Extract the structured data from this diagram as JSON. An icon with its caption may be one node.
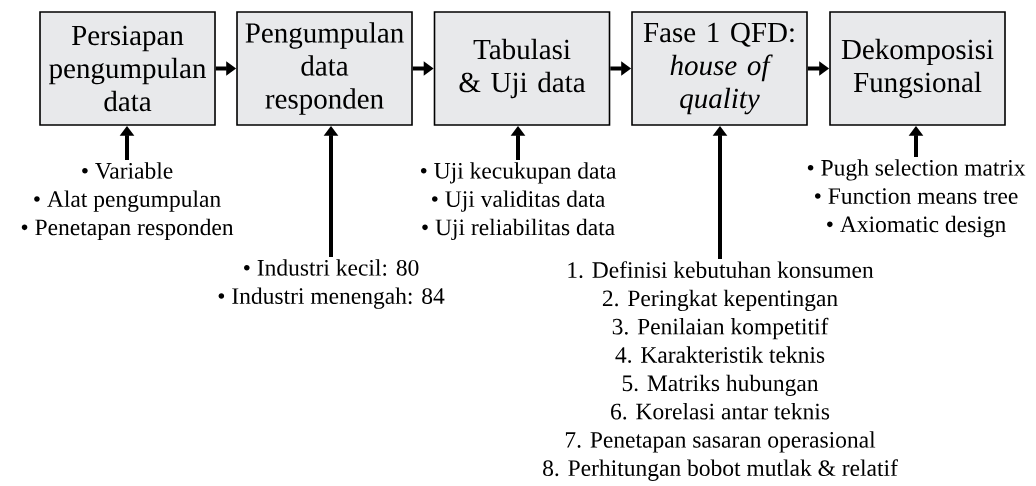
{
  "diagram": {
    "nodes": [
      {
        "text": [
          "Persiapan pengumpulan data"
        ]
      },
      {
        "text": [
          "Pengumpulan data responden"
        ]
      },
      {
        "text": [
          "Tabulasi & Uji data"
        ]
      },
      {
        "text": [
          "Fase 1 QFD: *house of quality*"
        ]
      },
      {
        "text": [
          "Dekomposisi Fungsional"
        ]
      },
      {
        "text": [
          "• Variable",
          "• Alat pengumpulan",
          "• Penetapan responden"
        ]
      },
      {
        "text": [
          "• Industri kecil: 80",
          "• Industri menengah: 84"
        ]
      },
      {
        "text": [
          "• Uji kecukupan data",
          "• Uji validitas data",
          "• Uji reliabilitas data"
        ]
      },
      {
        "text": [
          "1. Definisi kebutuhan konsumen",
          "2. Peringkat kepentingan",
          "3. Penilaian kompetitif",
          "4. Karakteristik teknis",
          "5. Matriks hubungan",
          "6. Korelasi antar teknis",
          "7. Penetapan sasaran operasional",
          "8. Perhitungan bobot mutlak & relatif"
        ]
      },
      {
        "text": [
          "• Pugh selection matrix",
          "• Function means tree",
          "• Axiomatic design"
        ]
      }
    ],
    "edges": [
      {
        "from": 0,
        "to": 1,
        "arrow": "to"
      },
      {
        "from": 1,
        "to": 2,
        "arrow": "to"
      },
      {
        "from": 2,
        "to": 3,
        "arrow": "to"
      },
      {
        "from": 3,
        "to": 4,
        "arrow": "to"
      },
      {
        "from": 5,
        "to": 0,
        "arrow": "to"
      },
      {
        "from": 6,
        "to": 1,
        "arrow": "to"
      },
      {
        "from": 7,
        "to": 2,
        "arrow": "to"
      },
      {
        "from": 8,
        "to": 3,
        "arrow": "to"
      },
      {
        "from": 9,
        "to": 4,
        "arrow": "to"
      }
    ]
  }
}
